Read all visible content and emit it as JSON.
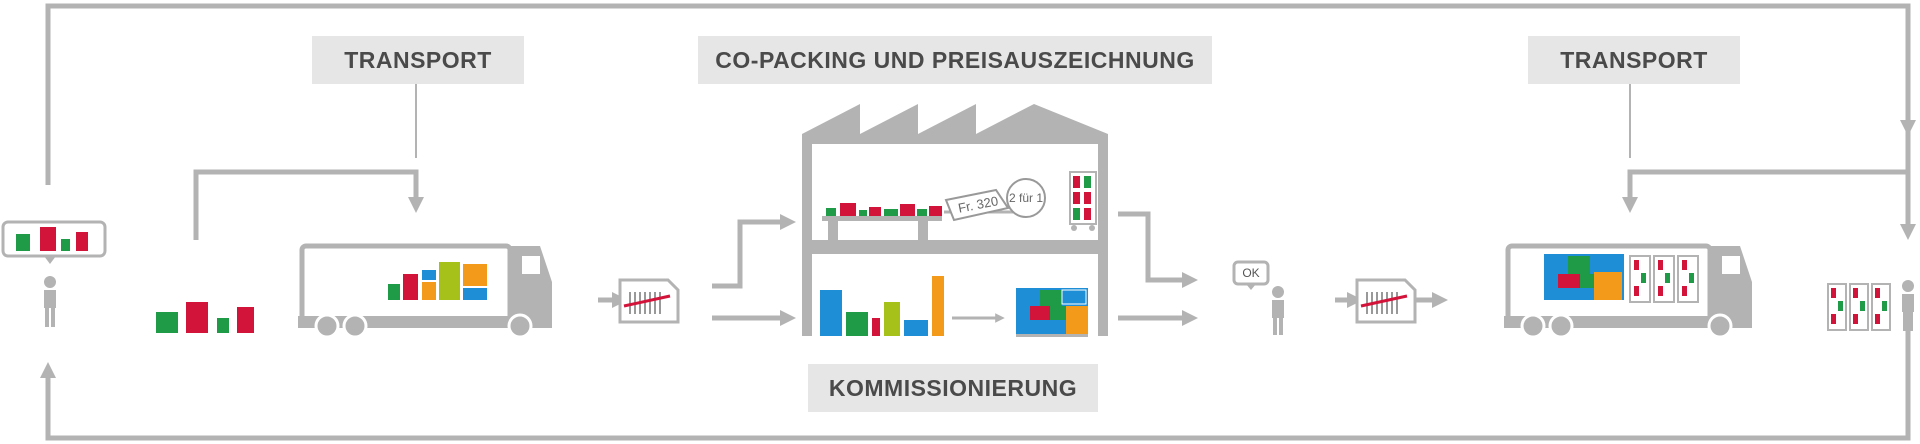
{
  "labels": {
    "transport_left": "TRANSPORT",
    "co_packing": "CO-PACKING UND PREISAUSZEICHNUNG",
    "transport_right": "TRANSPORT",
    "kommissionierung": "KOMMISSIONIERUNG"
  },
  "price_tag": "Fr. 320",
  "promo_tag": "2 für 1",
  "ok_bubble": "OK",
  "colors": {
    "gray": "#b3b3b3",
    "label_bg": "#e6e6e6",
    "green": "#1f9a47",
    "red": "#d2143a",
    "blue": "#1e8fd6",
    "lime": "#a6c21a",
    "orange": "#f39a1a"
  },
  "icons": [
    "person-icon",
    "truck-icon",
    "warehouse-icon",
    "document-icon",
    "barcode-icon",
    "pallet-icon",
    "shelf-icon",
    "speech-bubble-icon"
  ]
}
